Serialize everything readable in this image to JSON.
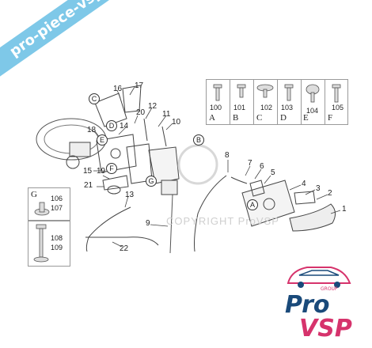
{
  "banner": {
    "text": "pro-piece-vsp.com"
  },
  "watermark": {
    "text": "COPYRIGHT ProVSP"
  },
  "logo": {
    "pro": "Pro",
    "vsp": "VSP",
    "group": "GROUP",
    "pro_color": "#1a4a7a",
    "vsp_color": "#d6336c"
  },
  "fastener_box": {
    "cells": [
      {
        "number": "100",
        "letter": "A"
      },
      {
        "number": "101",
        "letter": "B"
      },
      {
        "number": "102",
        "letter": "C"
      },
      {
        "number": "103",
        "letter": "D"
      },
      {
        "number": "104",
        "letter": "E"
      },
      {
        "number": "105",
        "letter": "F"
      }
    ]
  },
  "box_g": {
    "letter": "G",
    "numbers": [
      "106",
      "107"
    ]
  },
  "box_bolt": {
    "numbers": [
      "108",
      "109"
    ]
  },
  "callouts": {
    "n1": "1",
    "n2": "2",
    "n3": "3",
    "n4": "4",
    "n5": "5",
    "n6": "6",
    "n7": "7",
    "n8": "8",
    "n9": "9",
    "n10": "10",
    "n11": "11",
    "n12": "12",
    "n13": "13",
    "n14": "14",
    "n15": "15",
    "n16": "16",
    "n17": "17",
    "n18": "18",
    "n19": "19",
    "n20": "20",
    "n21": "21",
    "n22": "22"
  },
  "letters": {
    "A": "A",
    "B": "B",
    "C": "C",
    "D": "D",
    "E": "E",
    "F": "F",
    "G": "G"
  }
}
